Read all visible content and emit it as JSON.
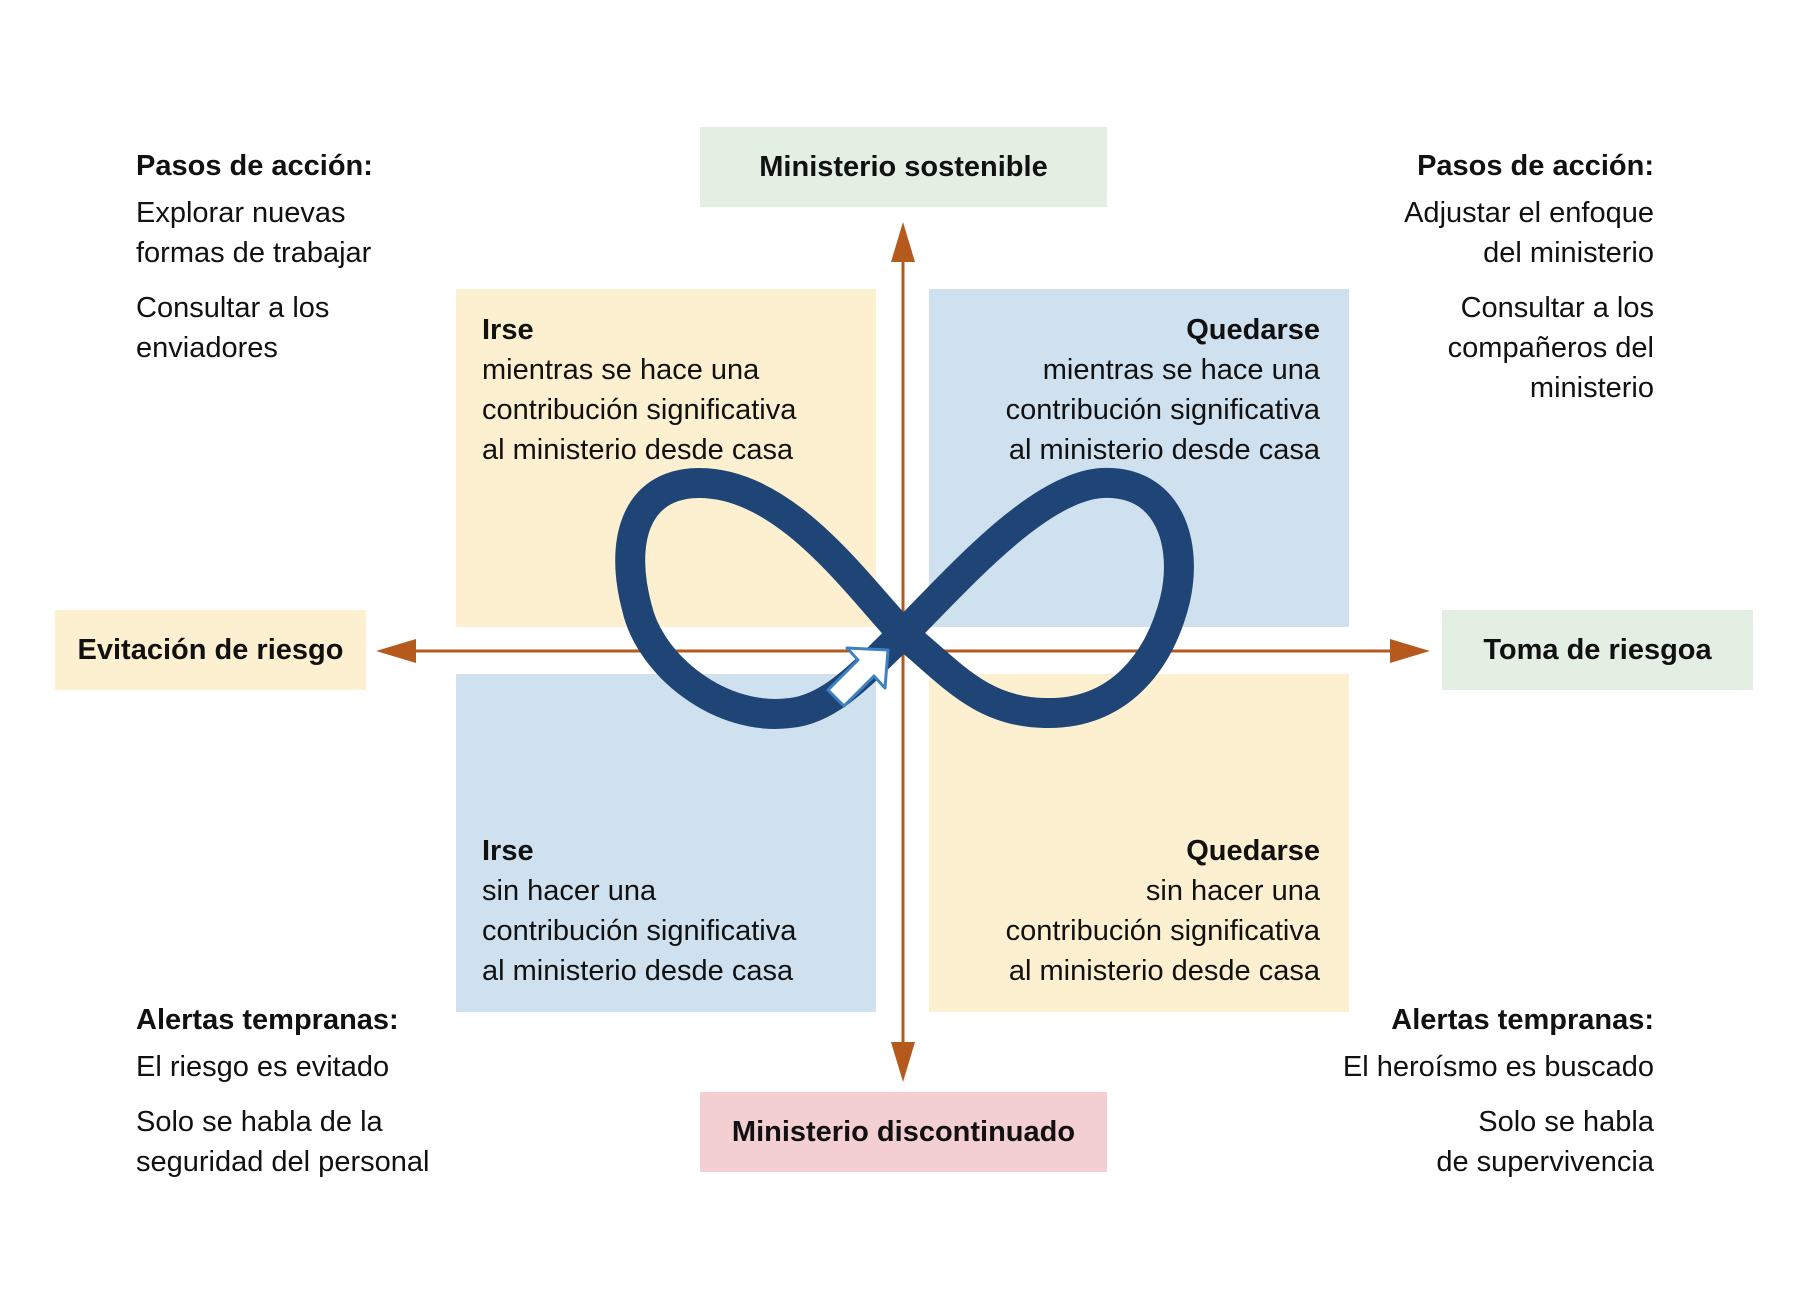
{
  "colors": {
    "axis": "#b55a1c",
    "infinity": "#1f4577",
    "yellow_panel": "#fdf0d0",
    "blue_panel": "#cfe1ef",
    "green_pill": "#e3efe2",
    "red_pill": "#f4cfd2",
    "pointer_fill": "#ffffff",
    "pointer_stroke": "#3c82c3"
  },
  "axes": {
    "top": "Ministerio sostenible",
    "bottom": "Ministerio discontinuado",
    "left": "Evitación de riesgo",
    "right": "Toma de riesgoa"
  },
  "quadrants": {
    "top_left": {
      "title": "Irse",
      "lines": [
        "mientras se hace una",
        "contribución significativa",
        "al ministerio desde casa"
      ]
    },
    "top_right": {
      "title": "Quedarse",
      "lines": [
        "mientras se hace una",
        "contribución significativa",
        "al ministerio desde casa"
      ]
    },
    "bottom_left": {
      "title": "Irse",
      "lines": [
        "sin hacer una",
        "contribución significativa",
        "al ministerio desde casa"
      ]
    },
    "bottom_right": {
      "title": "Quedarse",
      "lines": [
        "sin hacer una",
        "contribución significativa",
        "al ministerio desde casa"
      ]
    }
  },
  "side_notes": {
    "top_left": {
      "heading": "Pasos de acción:",
      "item1": [
        "Explorar nuevas",
        "formas de trabajar"
      ],
      "item2": [
        "Consultar a los",
        "enviadores"
      ]
    },
    "top_right": {
      "heading": "Pasos de acción:",
      "item1": [
        "Adjustar el enfoque",
        "del ministerio"
      ],
      "item2": [
        "Consultar a los",
        "compañeros del",
        "ministerio"
      ]
    },
    "bottom_left": {
      "heading": "Alertas tempranas:",
      "item1": [
        "El riesgo es evitado"
      ],
      "item2": [
        "Solo se habla de la",
        "seguridad del personal"
      ]
    },
    "bottom_right": {
      "heading": "Alertas tempranas:",
      "item1": [
        "El heroísmo es buscado"
      ],
      "item2": [
        "Solo se habla",
        "de supervivencia"
      ]
    }
  }
}
